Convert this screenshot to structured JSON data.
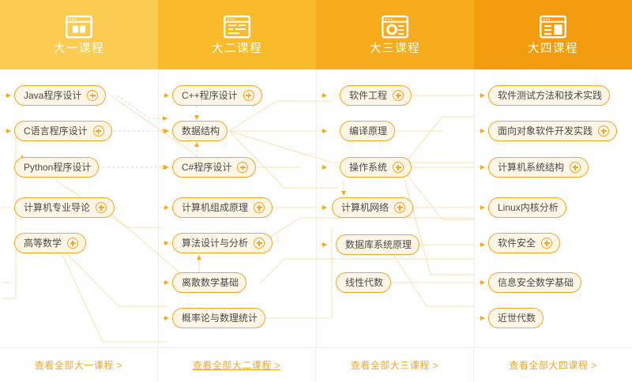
{
  "columns": [
    {
      "id": "year1",
      "title": "大一课程",
      "icon": "browser-book-icon",
      "header_color": "#fbcb52",
      "footer_link": "查看全部大一课程 >",
      "footer_active": false,
      "courses": [
        {
          "label": "Java程序设计",
          "has_plus": true
        },
        {
          "label": "C语言程序设计",
          "has_plus": true
        },
        {
          "label": "Python程序设计",
          "has_plus": false
        },
        {
          "label": "计算机专业导论",
          "has_plus": true
        },
        {
          "label": "高等数学",
          "has_plus": true
        }
      ]
    },
    {
      "id": "year2",
      "title": "大二课程",
      "icon": "browser-code-icon",
      "header_color": "#f9bb29",
      "footer_link": "查看全部大二课程 >",
      "footer_active": true,
      "courses": [
        {
          "label": "C++程序设计",
          "has_plus": true
        },
        {
          "label": "数据结构",
          "has_plus": false
        },
        {
          "label": "C#程序设计",
          "has_plus": true
        },
        {
          "label": "计算机组成原理",
          "has_plus": true
        },
        {
          "label": "算法设计与分析",
          "has_plus": true
        },
        {
          "label": "离散数学基础",
          "has_plus": false
        },
        {
          "label": "概率论与数理统计",
          "has_plus": false
        }
      ]
    },
    {
      "id": "year3",
      "title": "大三课程",
      "icon": "browser-gear-icon",
      "header_color": "#f6ac1c",
      "footer_link": "查看全部大三课程 >",
      "footer_active": false,
      "courses": [
        {
          "label": "软件工程",
          "has_plus": true
        },
        {
          "label": "编译原理",
          "has_plus": false
        },
        {
          "label": "操作系统",
          "has_plus": true
        },
        {
          "label": "计算机网络",
          "has_plus": true
        },
        {
          "label": "数据库系统原理",
          "has_plus": false
        },
        {
          "label": "线性代数",
          "has_plus": false
        }
      ]
    },
    {
      "id": "year4",
      "title": "大四课程",
      "icon": "browser-layout-icon",
      "header_color": "#f39c0d",
      "footer_link": "查看全部大四课程 >",
      "footer_active": false,
      "courses": [
        {
          "label": "软件测试方法和技术实践",
          "has_plus": false
        },
        {
          "label": "面向对象软件开发实践",
          "has_plus": true
        },
        {
          "label": "计算机系统结构",
          "has_plus": true
        },
        {
          "label": "Linux内核分析",
          "has_plus": false
        },
        {
          "label": "软件安全",
          "has_plus": true
        },
        {
          "label": "信息安全数学基础",
          "has_plus": false
        },
        {
          "label": "近世代数",
          "has_plus": false
        }
      ]
    }
  ],
  "theme": {
    "node_border": "#f5a623",
    "node_fill": "#fdf6e6",
    "node_text": "#4a4a4a",
    "wire_solid": "#fbe0b0",
    "wire_dashed": "#d8d8d8",
    "divider": "#eeeeee",
    "link_color": "#f5a623"
  }
}
